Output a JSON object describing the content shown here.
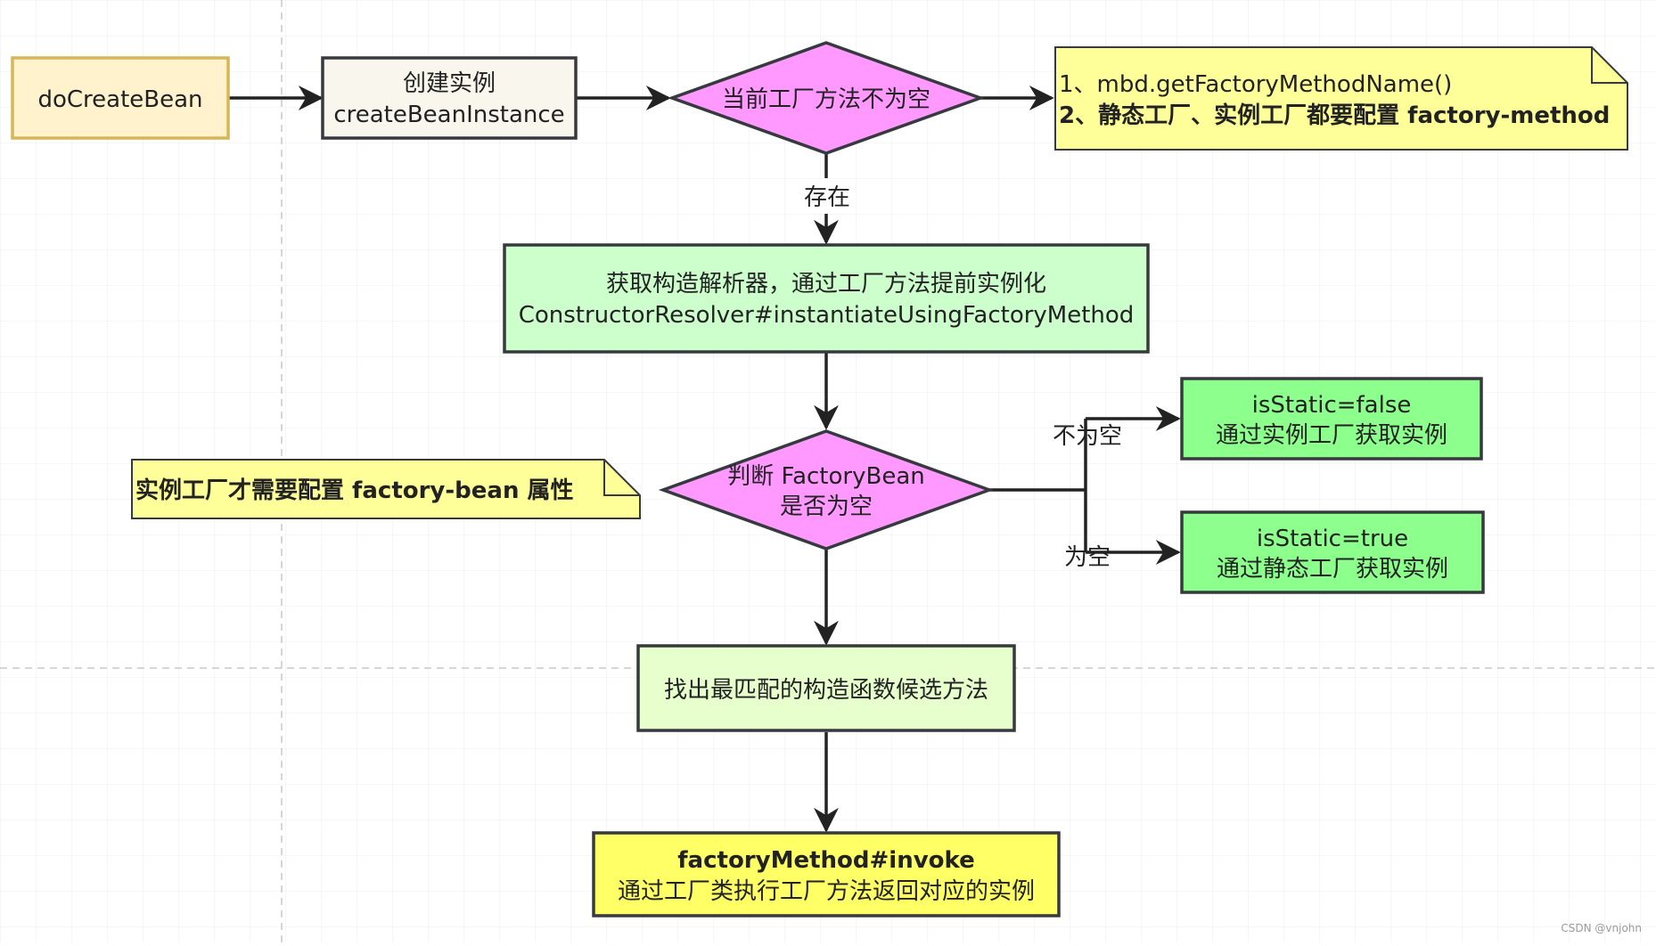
{
  "nodes": {
    "do_create_bean": {
      "text": "doCreateBean",
      "fill": "#fff2cc",
      "stroke": "#d6b656"
    },
    "create_instance": {
      "line1": "创建实例",
      "line2": "createBeanInstance",
      "fill": "#f9f7ed",
      "stroke": "#36393d"
    },
    "factory_method_check": {
      "text": "当前工厂方法不为空",
      "fill": "#ff99ff",
      "stroke": "#36393d"
    },
    "factory_method_note": {
      "line1": "1、mbd.getFactoryMethodName()",
      "line2": "2、静态工厂、实例工厂都要配置 factory-method",
      "fill": "#ffff99",
      "stroke": "#36393d"
    },
    "resolver": {
      "line1": "获取构造解析器，通过工厂方法提前实例化",
      "line2": "ConstructorResolver#instantiateUsingFactoryMethod",
      "fill": "#ccffcc",
      "stroke": "#36393d"
    },
    "factory_bean_check": {
      "line1": "判断 FactoryBean",
      "line2": "是否为空",
      "fill": "#ff99ff",
      "stroke": "#36393d"
    },
    "factory_bean_note": {
      "text": "实例工厂才需要配置 factory-bean 属性",
      "fill": "#ffff99",
      "stroke": "#36393d"
    },
    "instance_factory": {
      "line1": "isStatic=false",
      "line2": "通过实例工厂获取实例",
      "fill": "#8cff8c",
      "stroke": "#36393d"
    },
    "static_factory": {
      "line1": "isStatic=true",
      "line2": "通过静态工厂获取实例",
      "fill": "#8cff8c",
      "stroke": "#36393d"
    },
    "best_match": {
      "text": "找出最匹配的构造函数候选方法",
      "fill": "#e6ffcc",
      "stroke": "#36393d"
    },
    "invoke": {
      "line1": "factoryMethod#invoke",
      "line2": "通过工厂类执行工厂方法返回对应的实例",
      "fill": "#ffff66",
      "stroke": "#36393d"
    }
  },
  "edge_labels": {
    "exists": "存在",
    "not_empty": "不为空",
    "empty": "为空"
  },
  "watermark": "CSDN @vnjohn"
}
